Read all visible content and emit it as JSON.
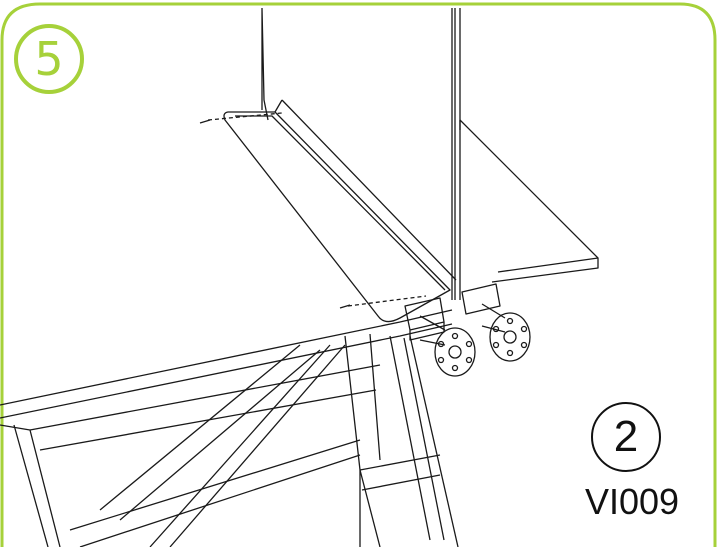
{
  "step": {
    "number": "5"
  },
  "quantity": {
    "count": "2"
  },
  "part": {
    "code": "VI009"
  },
  "colors": {
    "accent": "#a6d13a",
    "line": "#1a1a1a"
  }
}
